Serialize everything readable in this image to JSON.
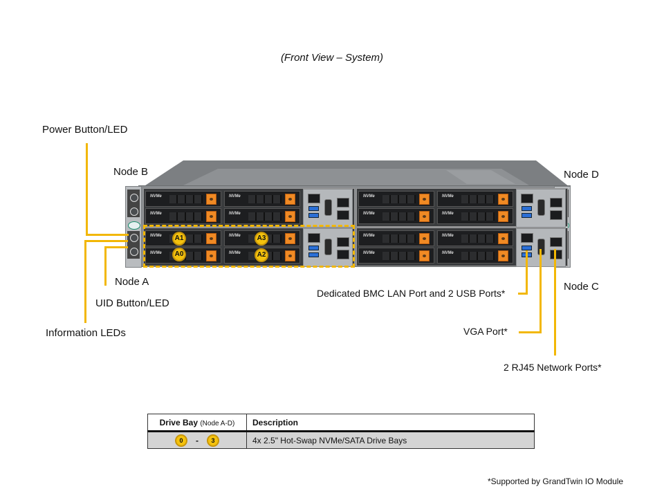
{
  "caption": "(Front View – System)",
  "callouts": {
    "power_button": "Power Button/LED",
    "node_b": "Node B",
    "node_d": "Node D",
    "node_a": "Node A",
    "node_c": "Node C",
    "uid_button": "UID Button/LED",
    "info_leds": "Information  LEDs",
    "bmc_lan_usb": "Dedicated BMC LAN Port and 2 USB Ports*",
    "vga_port": "VGA Port*",
    "rj45_ports": "2 RJ45 Network Ports*"
  },
  "server": {
    "bay_tag": "NVMe",
    "drive_markers": [
      "A1",
      "A3",
      "A0",
      "A2"
    ],
    "accent_color": "#f2b705",
    "latch_color": "#f08a24"
  },
  "table": {
    "headers": {
      "drive_bay": "Drive Bay",
      "drive_bay_note": "(Node A-D)",
      "description": "Description"
    },
    "rows": [
      {
        "bay_start": "0",
        "separator": "-",
        "bay_end": "3",
        "description": "4x 2.5\" Hot-Swap NVMe/SATA Drive  Bays"
      }
    ]
  },
  "footnote": "*Supported  by GrandTwin  IO Module"
}
